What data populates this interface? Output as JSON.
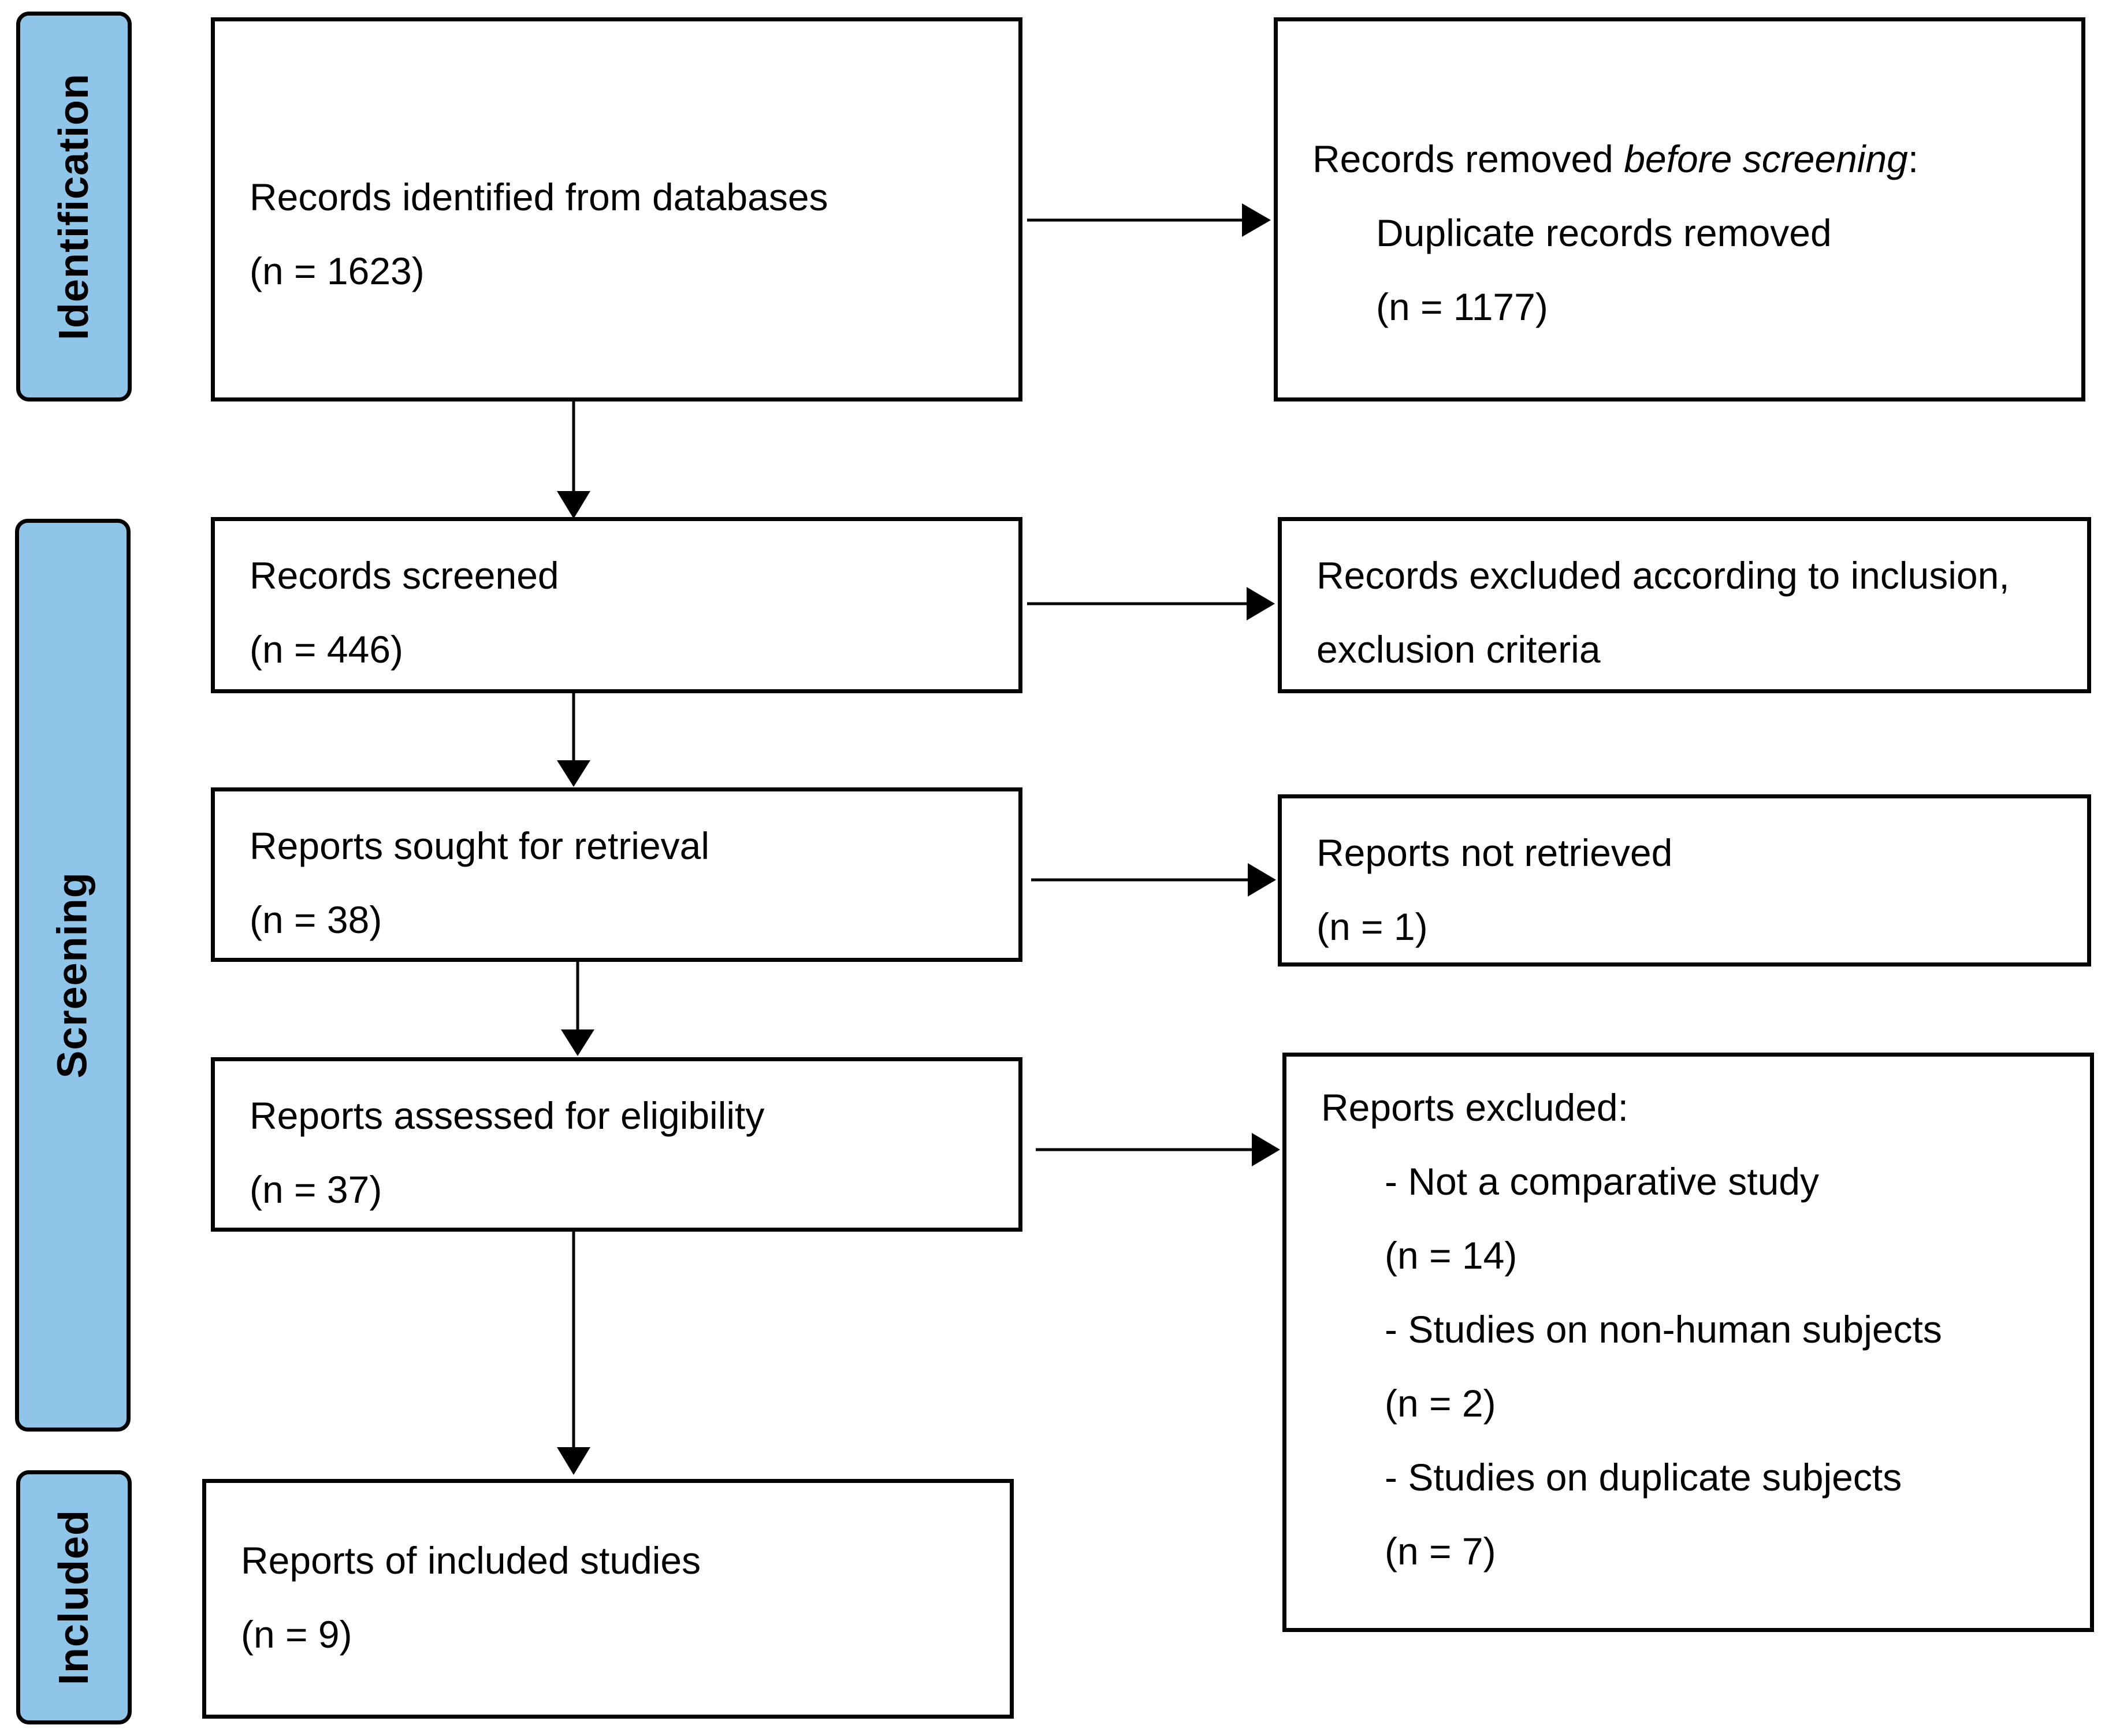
{
  "phases": {
    "identification": "Identification",
    "screening": "Screening",
    "included": "Included"
  },
  "boxes": {
    "identified": {
      "label": "Records identified from databases",
      "count": "(n = 1623)"
    },
    "removed": {
      "label_prefix": "Records removed ",
      "label_italic": "before screening",
      "label_suffix": ":",
      "sub_label": "Duplicate records removed",
      "count": "(n = 1177)"
    },
    "screened": {
      "label": "Records screened",
      "count": "(n = 446)"
    },
    "excluded_records": {
      "line1": "Records excluded according to inclusion,",
      "line2": "exclusion criteria"
    },
    "sought": {
      "label": "Reports sought for retrieval",
      "count": "(n = 38)"
    },
    "not_retrieved": {
      "label": "Reports not retrieved",
      "count": "(n = 1)"
    },
    "assessed": {
      "label": "Reports assessed for eligibility",
      "count": "(n = 37)"
    },
    "reports_excluded": {
      "title": "Reports excluded:",
      "reasons": [
        {
          "label": "- Not a comparative study",
          "count": "(n = 14)"
        },
        {
          "label": "- Studies on non-human subjects",
          "count": "(n = 2)"
        },
        {
          "label": "- Studies on duplicate subjects",
          "count": "(n = 7)"
        }
      ]
    },
    "included": {
      "label": "Reports of included studies",
      "count": "(n = 9)"
    }
  },
  "colors": {
    "phase_fill": "#8ec5e8",
    "stroke": "#000000"
  }
}
